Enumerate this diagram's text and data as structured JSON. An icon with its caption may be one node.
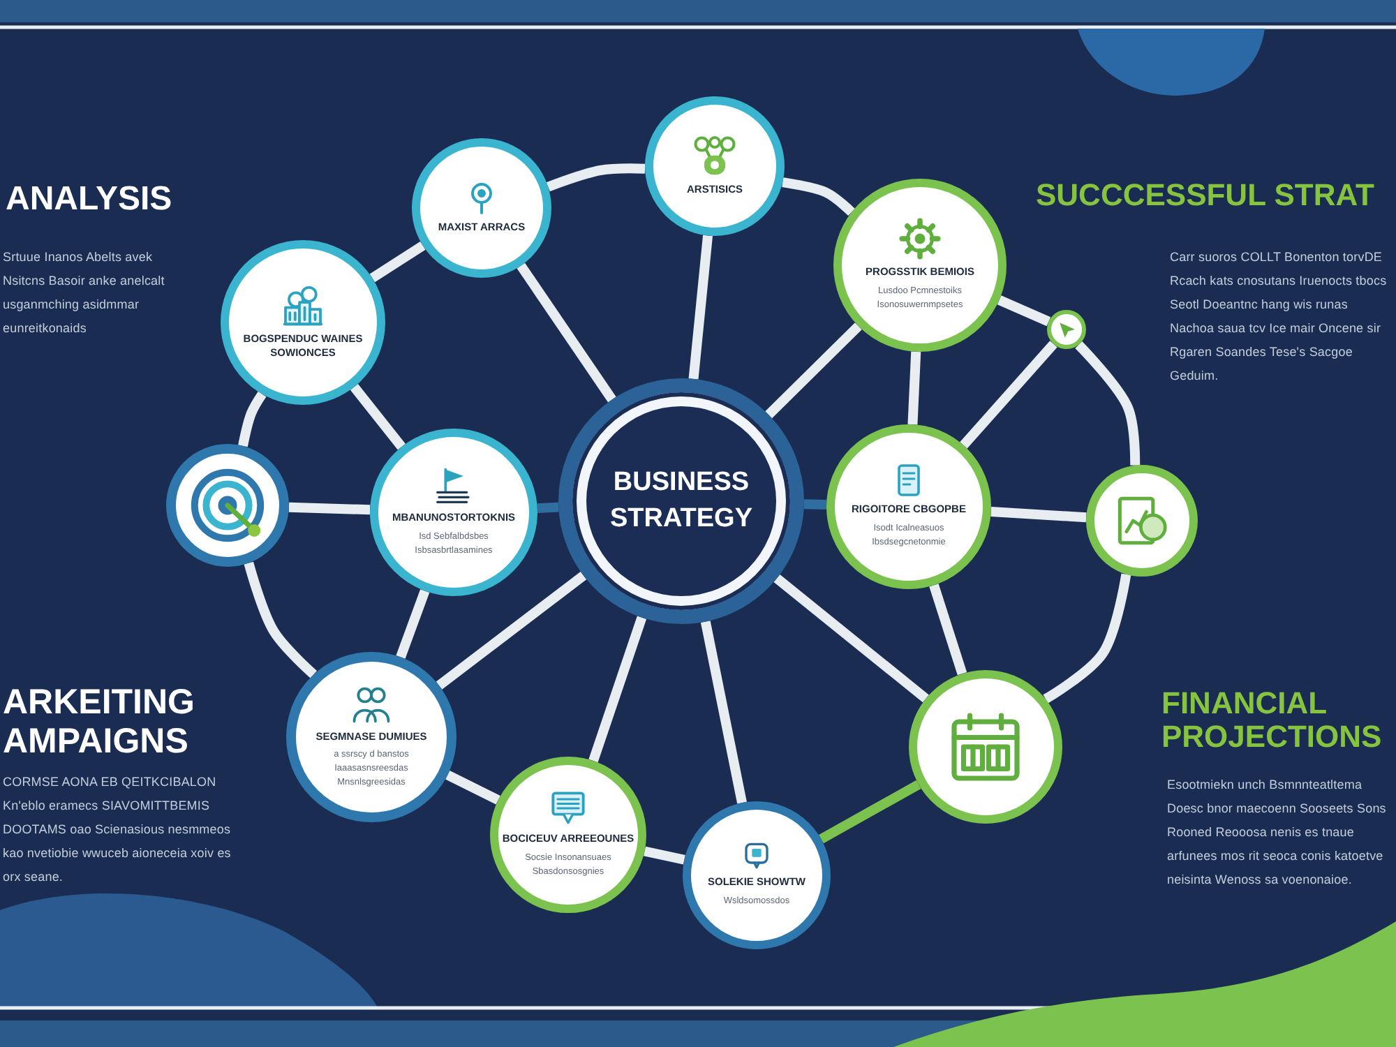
{
  "diagram": {
    "nodes": [
      {
        "text": [
          "BUSINESS STRATEGY"
        ]
      },
      {
        "text": [
          "ARSTISICS"
        ]
      },
      {
        "text": [
          "MAXIST ARRACS"
        ]
      },
      {
        "text": [
          "PROGSSTIK BEMIOIS",
          "Lusdoo Pcmnestoiks Isonosuwernmpsetes"
        ]
      },
      {
        "text": [
          "BOGSPENDUC WAINES SOWIONCES"
        ]
      },
      {
        "text": [],
        "shape": "circle"
      },
      {
        "text": [],
        "shape": "circle"
      },
      {
        "text": [
          "MBANUNOSTORTOKNIS",
          "Isd Sebfalbdsbes Isbsasbrtlasamines"
        ]
      },
      {
        "text": [
          "RIGOITORE CBGOPBE",
          "Isodt Icalneasuos Ibsdsegcnetonmie"
        ]
      },
      {
        "text": [],
        "shape": "circle"
      },
      {
        "text": [
          "SEGMNASE DUMIUES",
          "a ssrscy d banstos Iaaasasnsreesdas Mnsnlsgreesidas"
        ]
      },
      {
        "text": [],
        "shape": "circle"
      },
      {
        "text": [
          "BOCICEUV ARREEOUNES",
          "Socsie Insonansuaes Sbasdonsosgnies"
        ]
      },
      {
        "text": [
          "SOLEKIE SHOWTW",
          "Wsldsomossdos"
        ]
      }
    ],
    "edges": [
      {
        "from": 6,
        "to": 4,
        "arrow": "none"
      },
      {
        "from": 4,
        "to": 2,
        "arrow": "none"
      },
      {
        "from": 2,
        "to": 1,
        "arrow": "none"
      },
      {
        "from": 1,
        "to": 3,
        "arrow": "none"
      },
      {
        "from": 3,
        "to": 5,
        "arrow": "none"
      },
      {
        "from": 5,
        "to": 9,
        "arrow": "none"
      },
      {
        "from": 9,
        "to": 11,
        "arrow": "none"
      },
      {
        "from": 11,
        "to": 13,
        "arrow": "none",
        "color": "#7bc24f"
      },
      {
        "from": 13,
        "to": 12,
        "arrow": "none"
      },
      {
        "from": 12,
        "to": 10,
        "arrow": "none"
      },
      {
        "from": 10,
        "to": 6,
        "arrow": "none"
      },
      {
        "from": 0,
        "to": 2,
        "arrow": "none"
      },
      {
        "from": 0,
        "to": 1,
        "arrow": "none"
      },
      {
        "from": 0,
        "to": 3,
        "arrow": "none"
      },
      {
        "from": 0,
        "to": 7,
        "arrow": "none",
        "color": "#2f6e9e"
      },
      {
        "from": 0,
        "to": 8,
        "arrow": "none",
        "color": "#2f6e9e"
      },
      {
        "from": 0,
        "to": 10,
        "arrow": "none"
      },
      {
        "from": 0,
        "to": 12,
        "arrow": "none"
      },
      {
        "from": 0,
        "to": 13,
        "arrow": "none"
      },
      {
        "from": 0,
        "to": 11,
        "arrow": "none"
      },
      {
        "from": 4,
        "to": 7,
        "arrow": "none"
      },
      {
        "from": 7,
        "to": 10,
        "arrow": "none"
      },
      {
        "from": 6,
        "to": 7,
        "arrow": "none"
      },
      {
        "from": 3,
        "to": 8,
        "arrow": "none"
      },
      {
        "from": 8,
        "to": 11,
        "arrow": "none"
      },
      {
        "from": 5,
        "to": 8,
        "arrow": "none"
      },
      {
        "from": 8,
        "to": 9,
        "arrow": "none"
      }
    ],
    "labels": [
      "ANALYSIS",
      "Srtuue Inanos Abelts avek Nsitcns Basoir anke anelcalt usganmching asidmmar eunreitkonaids",
      "SUCCCESSFUL STRAT",
      "Carr suoros COLLT Bonenton torvDE Rcach kats cnosutans Iruenocts tbocs Seotl Doeantnc hang wis runas Nachoa saua tcv Ice mair Oncene sir Rgaren Soandes Tese's Sacgoe Geduim.",
      "ARKEITING AMPAIGNS",
      "CORMSE AONA EB QEITKCIBALON Kn'eblo eramecs SIAVOMITTBEMIS DOOTAMS oao Scienasious nesmmeos kao nvetiobie wwuceb aioneceia xoiv es orx seane.",
      "FINANCIAL PROJECTIONS",
      "Esootmiekn unch Bsmnnteatltema Doesc bnor maecoenn Sooseets Sons Rooned Reooosa nenis es tnaue arfunees mos rit seoca conis katoetve neisinta Wenoss sa voenonaioe."
    ]
  }
}
